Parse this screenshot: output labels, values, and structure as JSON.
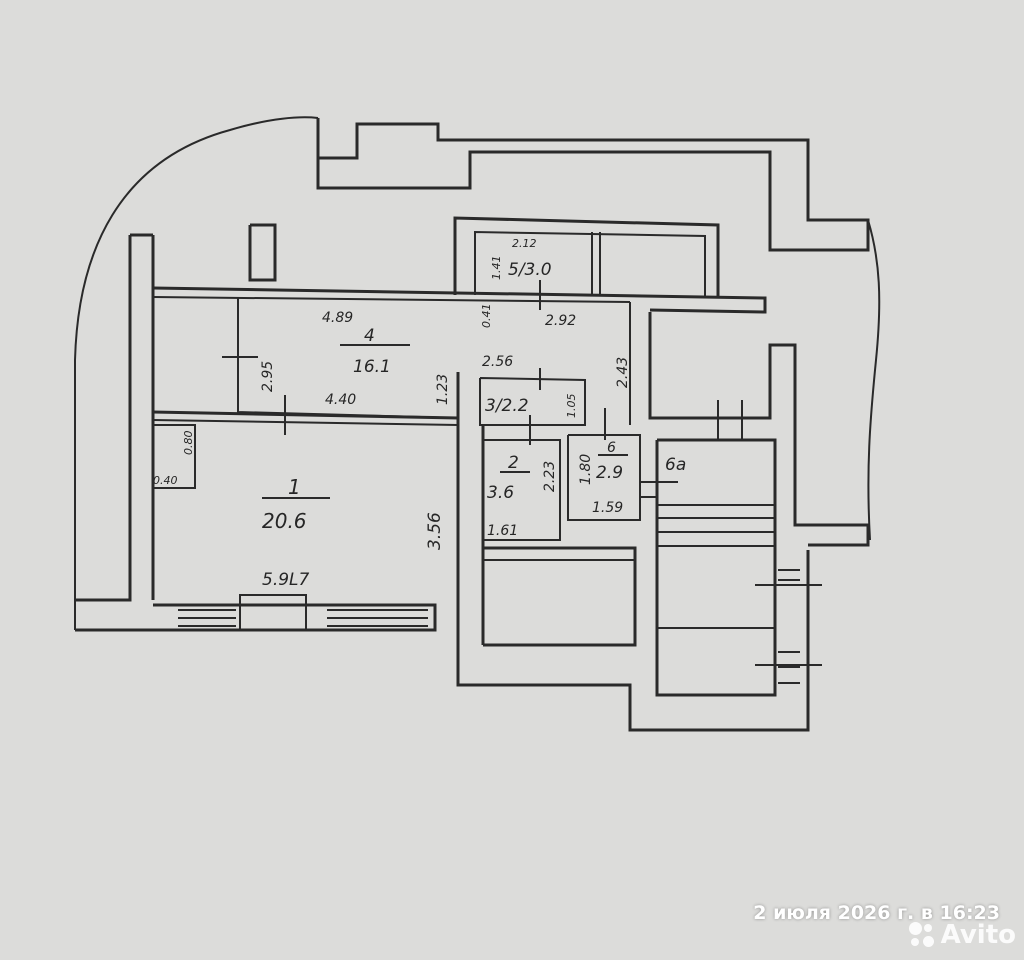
{
  "timestamp": "2 июля 2026 г. в 16:23",
  "watermark": "Avito",
  "rooms": [
    {
      "id": "1",
      "number": "1",
      "area": "20.6",
      "dims": [
        "5.9L7",
        "3.56"
      ]
    },
    {
      "id": "2",
      "number": "2",
      "area": "3.6",
      "dims": [
        "1.61",
        "2.23"
      ]
    },
    {
      "id": "3",
      "label": "3/2.2",
      "dims": [
        "2.56",
        "1.05"
      ]
    },
    {
      "id": "4",
      "number": "4",
      "area": "16.1",
      "dims": [
        "4.89",
        "2.95",
        "4.40",
        "1.23",
        "2.92",
        "2.43"
      ]
    },
    {
      "id": "5",
      "label": "5/3.0",
      "dims": [
        "1.41",
        "2.12",
        "0.41"
      ]
    },
    {
      "id": "6",
      "number": "6",
      "area": "2.9",
      "dims": [
        "1.80",
        "1.59"
      ]
    },
    {
      "id": "6a",
      "label": "6a"
    }
  ],
  "small_dims": [
    "0.40",
    "0.80"
  ]
}
